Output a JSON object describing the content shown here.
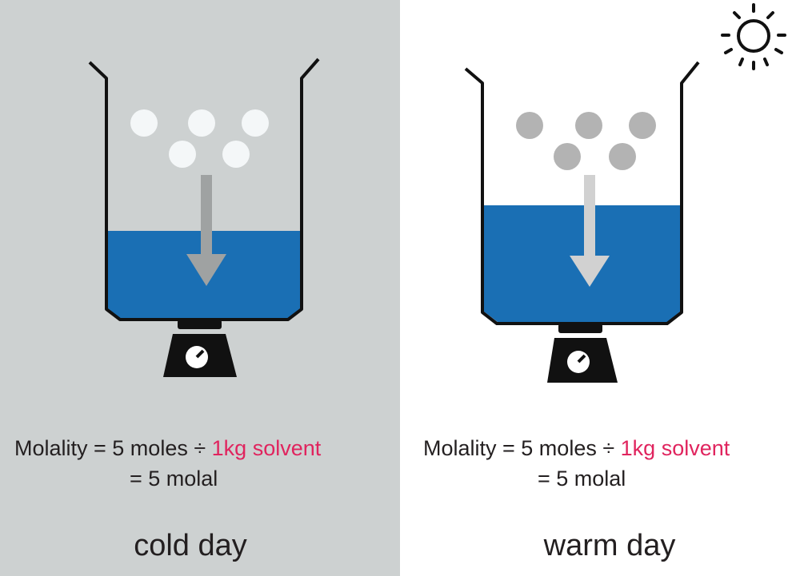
{
  "colors": {
    "cold_background": "#cdd1d1",
    "warm_background": "#ffffff",
    "solvent": "#1a6fb4",
    "beaker_outline": "#111111",
    "cold_particles": "#f4f7f8",
    "warm_particles": "#b3b3b3",
    "cold_arrow": "#9fa2a2",
    "warm_arrow": "#d1d1d1",
    "highlight": "#e0245e",
    "text": "#231f20"
  },
  "panels": [
    {
      "id": "cold",
      "equation_prefix": "Molality = 5 moles ÷ ",
      "equation_highlight": "1kg solvent",
      "equation_result": "= 5 molal",
      "label": "cold day",
      "particle_count": 5,
      "sun_icon": false
    },
    {
      "id": "warm",
      "equation_prefix": "Molality = 5 moles ÷ ",
      "equation_highlight": "1kg solvent",
      "equation_result": "= 5 molal",
      "label": "warm day",
      "particle_count": 5,
      "sun_icon": true
    }
  ]
}
